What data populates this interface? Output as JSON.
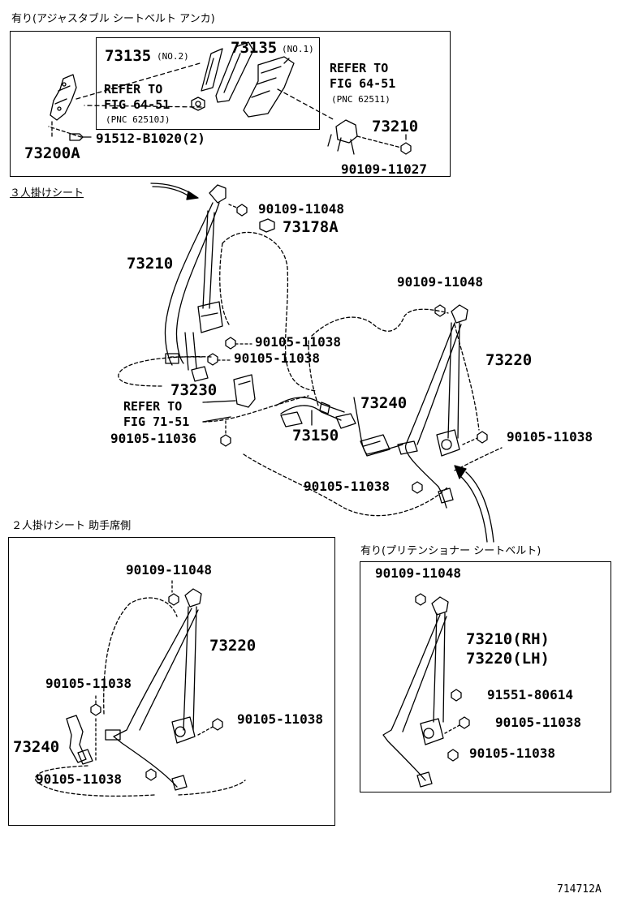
{
  "boxes": {
    "adjustable_anchor": "有り(アジャスタブル シートベルト アンカ)",
    "three_seat": "３人掛けシート",
    "two_seat": "２人掛けシート 助手席側",
    "pretensioner": "有り(プリテンショナー シートベルト)"
  },
  "labels": {
    "p73135_no2": "73135",
    "no2": "(NO.2)",
    "p73135_no1": "73135",
    "no1": "(NO.1)",
    "refer_a": "REFER TO",
    "fig_a": "FIG 64-51",
    "pnc_a": "(PNC 62510J)",
    "refer_b": "REFER TO",
    "fig_b": "FIG 64-51",
    "pnc_b": "(PNC 62511)",
    "p73200a": "73200A",
    "p91512": "91512-B1020(2)",
    "p73210_top": "73210",
    "p90109_11027": "90109-11027",
    "p90109_11048_a": "90109-11048",
    "p73178a": "73178A",
    "p73210_main": "73210",
    "p90109_11048_b": "90109-11048",
    "p90105_11038_a": "90105-11038",
    "p90105_11038_b": "90105-11038",
    "p73220_main": "73220",
    "p73230": "73230",
    "refer_c": "REFER TO",
    "fig_c": "FIG 71-51",
    "p73240_main": "73240",
    "p90105_11036": "90105-11036",
    "p73150": "73150",
    "p90105_11038_c": "90105-11038",
    "p90105_11038_d": "90105-11038",
    "p90109_11048_c": "90109-11048",
    "p73220_two": "73220",
    "p90105_11038_e": "90105-11038",
    "p90105_11038_f": "90105-11038",
    "p73240_two": "73240",
    "p90105_11038_g": "90105-11038",
    "p90109_11048_d": "90109-11048",
    "p73210_rh": "73210(RH)",
    "p73220_lh": "73220(LH)",
    "p91551": "91551-80614",
    "p90105_11038_h": "90105-11038",
    "p90105_11038_i": "90105-11038",
    "fig_id": "714712A"
  }
}
